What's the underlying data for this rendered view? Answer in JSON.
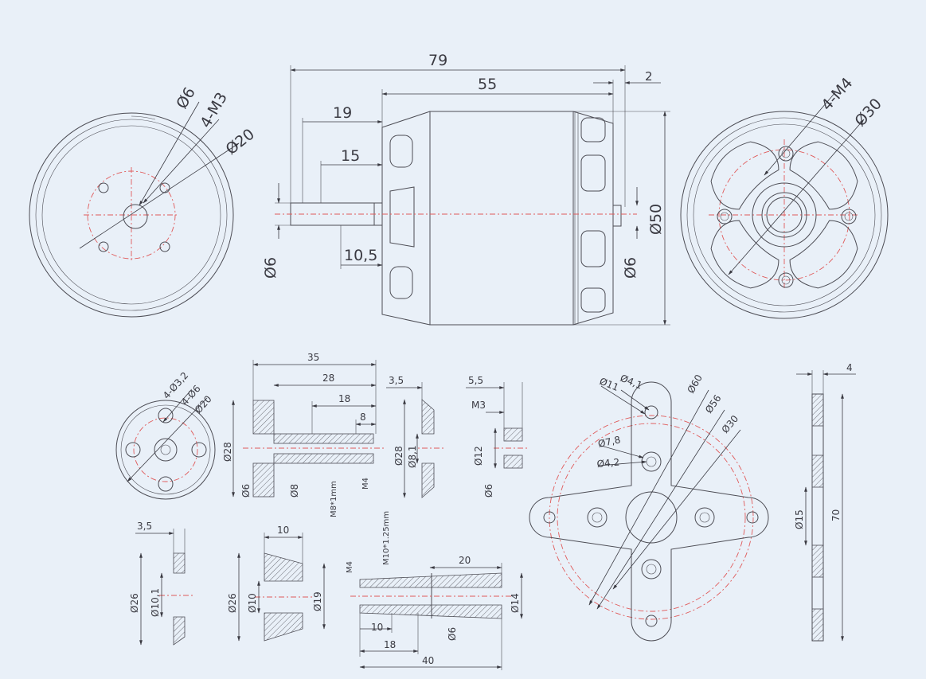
{
  "colors": {
    "background": "#e9f0f8",
    "line": "#4d4d55",
    "centerline": "#e05a5a"
  },
  "top_left_view": {
    "d1": "Ø6",
    "d2": "4-M3",
    "d3": "Ø20"
  },
  "side_view": {
    "l79": "79",
    "l55": "55",
    "l2": "2",
    "l19": "19",
    "l15": "15",
    "l10_5": "10,5",
    "d6_left": "Ø6",
    "d6_right": "Ø6",
    "d50": "Ø50"
  },
  "top_right_view": {
    "m4": "4-M4",
    "d30": "Ø30"
  },
  "prop_hub_front": {
    "a": "4-Ø3,2",
    "b": "4-Ø6",
    "c": "Ø20"
  },
  "prop_adapter": {
    "l35": "35",
    "l28": "28",
    "l18": "18",
    "l8": "8",
    "d28": "Ø28",
    "d6": "Ø6",
    "d8": "Ø8",
    "thread": "M8*1mm",
    "m4": "M4"
  },
  "washer_a": {
    "t": "3,5",
    "d28": "Ø28",
    "d8_1": "Ø8,1"
  },
  "nut": {
    "t": "5,5",
    "m3": "M3",
    "d12": "Ø12",
    "d6": "Ø6"
  },
  "cross_mount": {
    "d4_1": "Ø4,1",
    "d11": "Ø11",
    "d60": "Ø60",
    "d56": "Ø56",
    "d30": "Ø30",
    "d7_8": "Ø7,8",
    "d4_2": "Ø4,2"
  },
  "mount_side": {
    "t": "4",
    "d15": "Ø15",
    "l70": "70"
  },
  "washer_b": {
    "t": "3,5",
    "d26": "Ø26",
    "d10_1": "Ø10,1"
  },
  "cone": {
    "l10": "10",
    "d26": "Ø26",
    "d10": "Ø10",
    "d19": "Ø19"
  },
  "shaft_adapter": {
    "thread": "M10*1.25mm",
    "m4": "M4",
    "l20": "20",
    "d14": "Ø14",
    "l10": "10",
    "d6": "Ø6",
    "l18": "18",
    "l40": "40"
  }
}
